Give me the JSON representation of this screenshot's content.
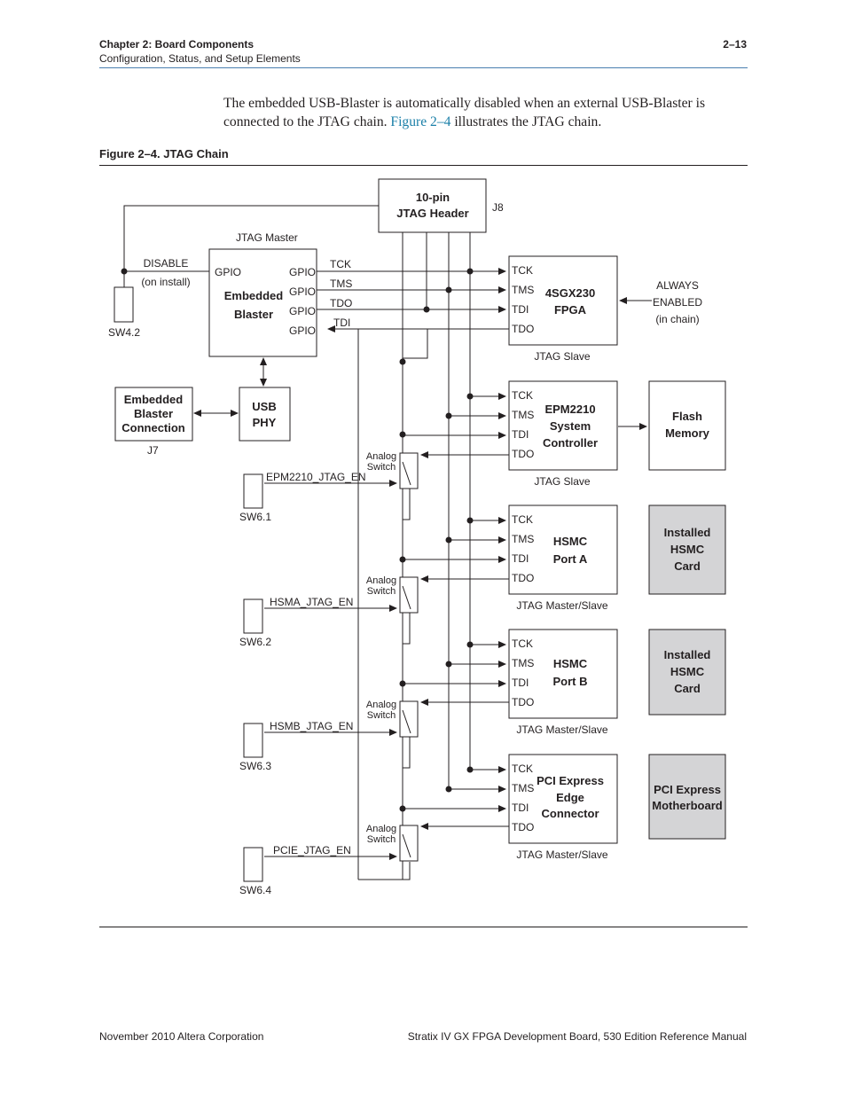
{
  "header": {
    "chapter": "Chapter 2:  Board Components",
    "section": "Configuration, Status, and Setup Elements",
    "page_number": "2–13"
  },
  "body": {
    "text_before": "The embedded USB-Blaster is automatically disabled when an external USB-Blaster is connected to the JTAG chain. ",
    "link": "Figure 2–4",
    "text_after": " illustrates the JTAG chain."
  },
  "figure": {
    "caption": "Figure 2–4.  JTAG Chain",
    "header_block": {
      "line1": "10-pin",
      "line2": "JTAG Header",
      "ref": "J8"
    },
    "blaster": {
      "title": "JTAG Master",
      "line1": "Embedded",
      "line2": "Blaster",
      "left_pin": "GPIO",
      "right_pins": [
        "GPIO",
        "GPIO",
        "GPIO",
        "GPIO"
      ],
      "signals": [
        "TCK",
        "TMS",
        "TDO",
        "TDI"
      ]
    },
    "disable_label": {
      "line1": "DISABLE",
      "line2": "(on install)"
    },
    "sw42": "SW4.2",
    "usb_phy": {
      "line1": "USB",
      "line2": "PHY"
    },
    "blaster_conn": {
      "line1": "Embedded",
      "line2": "Blaster",
      "line3": "Connection",
      "ref": "J7"
    },
    "always_enabled": {
      "line1": "ALWAYS",
      "line2": "ENABLED",
      "line3": "(in chain)"
    },
    "pins": [
      "TCK",
      "TMS",
      "TDI",
      "TDO"
    ],
    "devices": [
      {
        "lines": [
          "4SGX230",
          "FPGA"
        ],
        "role": "JTAG Slave"
      },
      {
        "lines": [
          "EPM2210",
          "System",
          "Controller"
        ],
        "role": "JTAG Slave"
      },
      {
        "lines": [
          "HSMC",
          "Port A"
        ],
        "role": "JTAG Master/Slave"
      },
      {
        "lines": [
          "HSMC",
          "Port B"
        ],
        "role": "JTAG Master/Slave"
      },
      {
        "lines": [
          "PCI Express",
          "Edge",
          "Connector"
        ],
        "role": "JTAG Master/Slave"
      }
    ],
    "side_boxes": [
      {
        "lines": [
          "Flash",
          "Memory"
        ],
        "shaded": false
      },
      {
        "lines": [
          "Installed",
          "HSMC",
          "Card"
        ],
        "shaded": true
      },
      {
        "lines": [
          "Installed",
          "HSMC",
          "Card"
        ],
        "shaded": true
      },
      {
        "lines": [
          "PCI Express",
          "Motherboard"
        ],
        "shaded": true
      }
    ],
    "analog_switch": {
      "line1": "Analog",
      "line2": "Switch"
    },
    "enables": [
      {
        "signal": "EPM2210_JTAG_EN",
        "switch": "SW6.1"
      },
      {
        "signal": "HSMA_JTAG_EN",
        "switch": "SW6.2"
      },
      {
        "signal": "HSMB_JTAG_EN",
        "switch": "SW6.3"
      },
      {
        "signal": "PCIE_JTAG_EN",
        "switch": "SW6.4"
      }
    ]
  },
  "footer": {
    "left": "November 2010    Altera Corporation",
    "right": "Stratix IV GX FPGA Development Board, 530 Edition Reference Manual"
  },
  "colors": {
    "shade": "#d4d4d6",
    "link": "#1a7fa8",
    "rule": "#4a7fb0"
  }
}
